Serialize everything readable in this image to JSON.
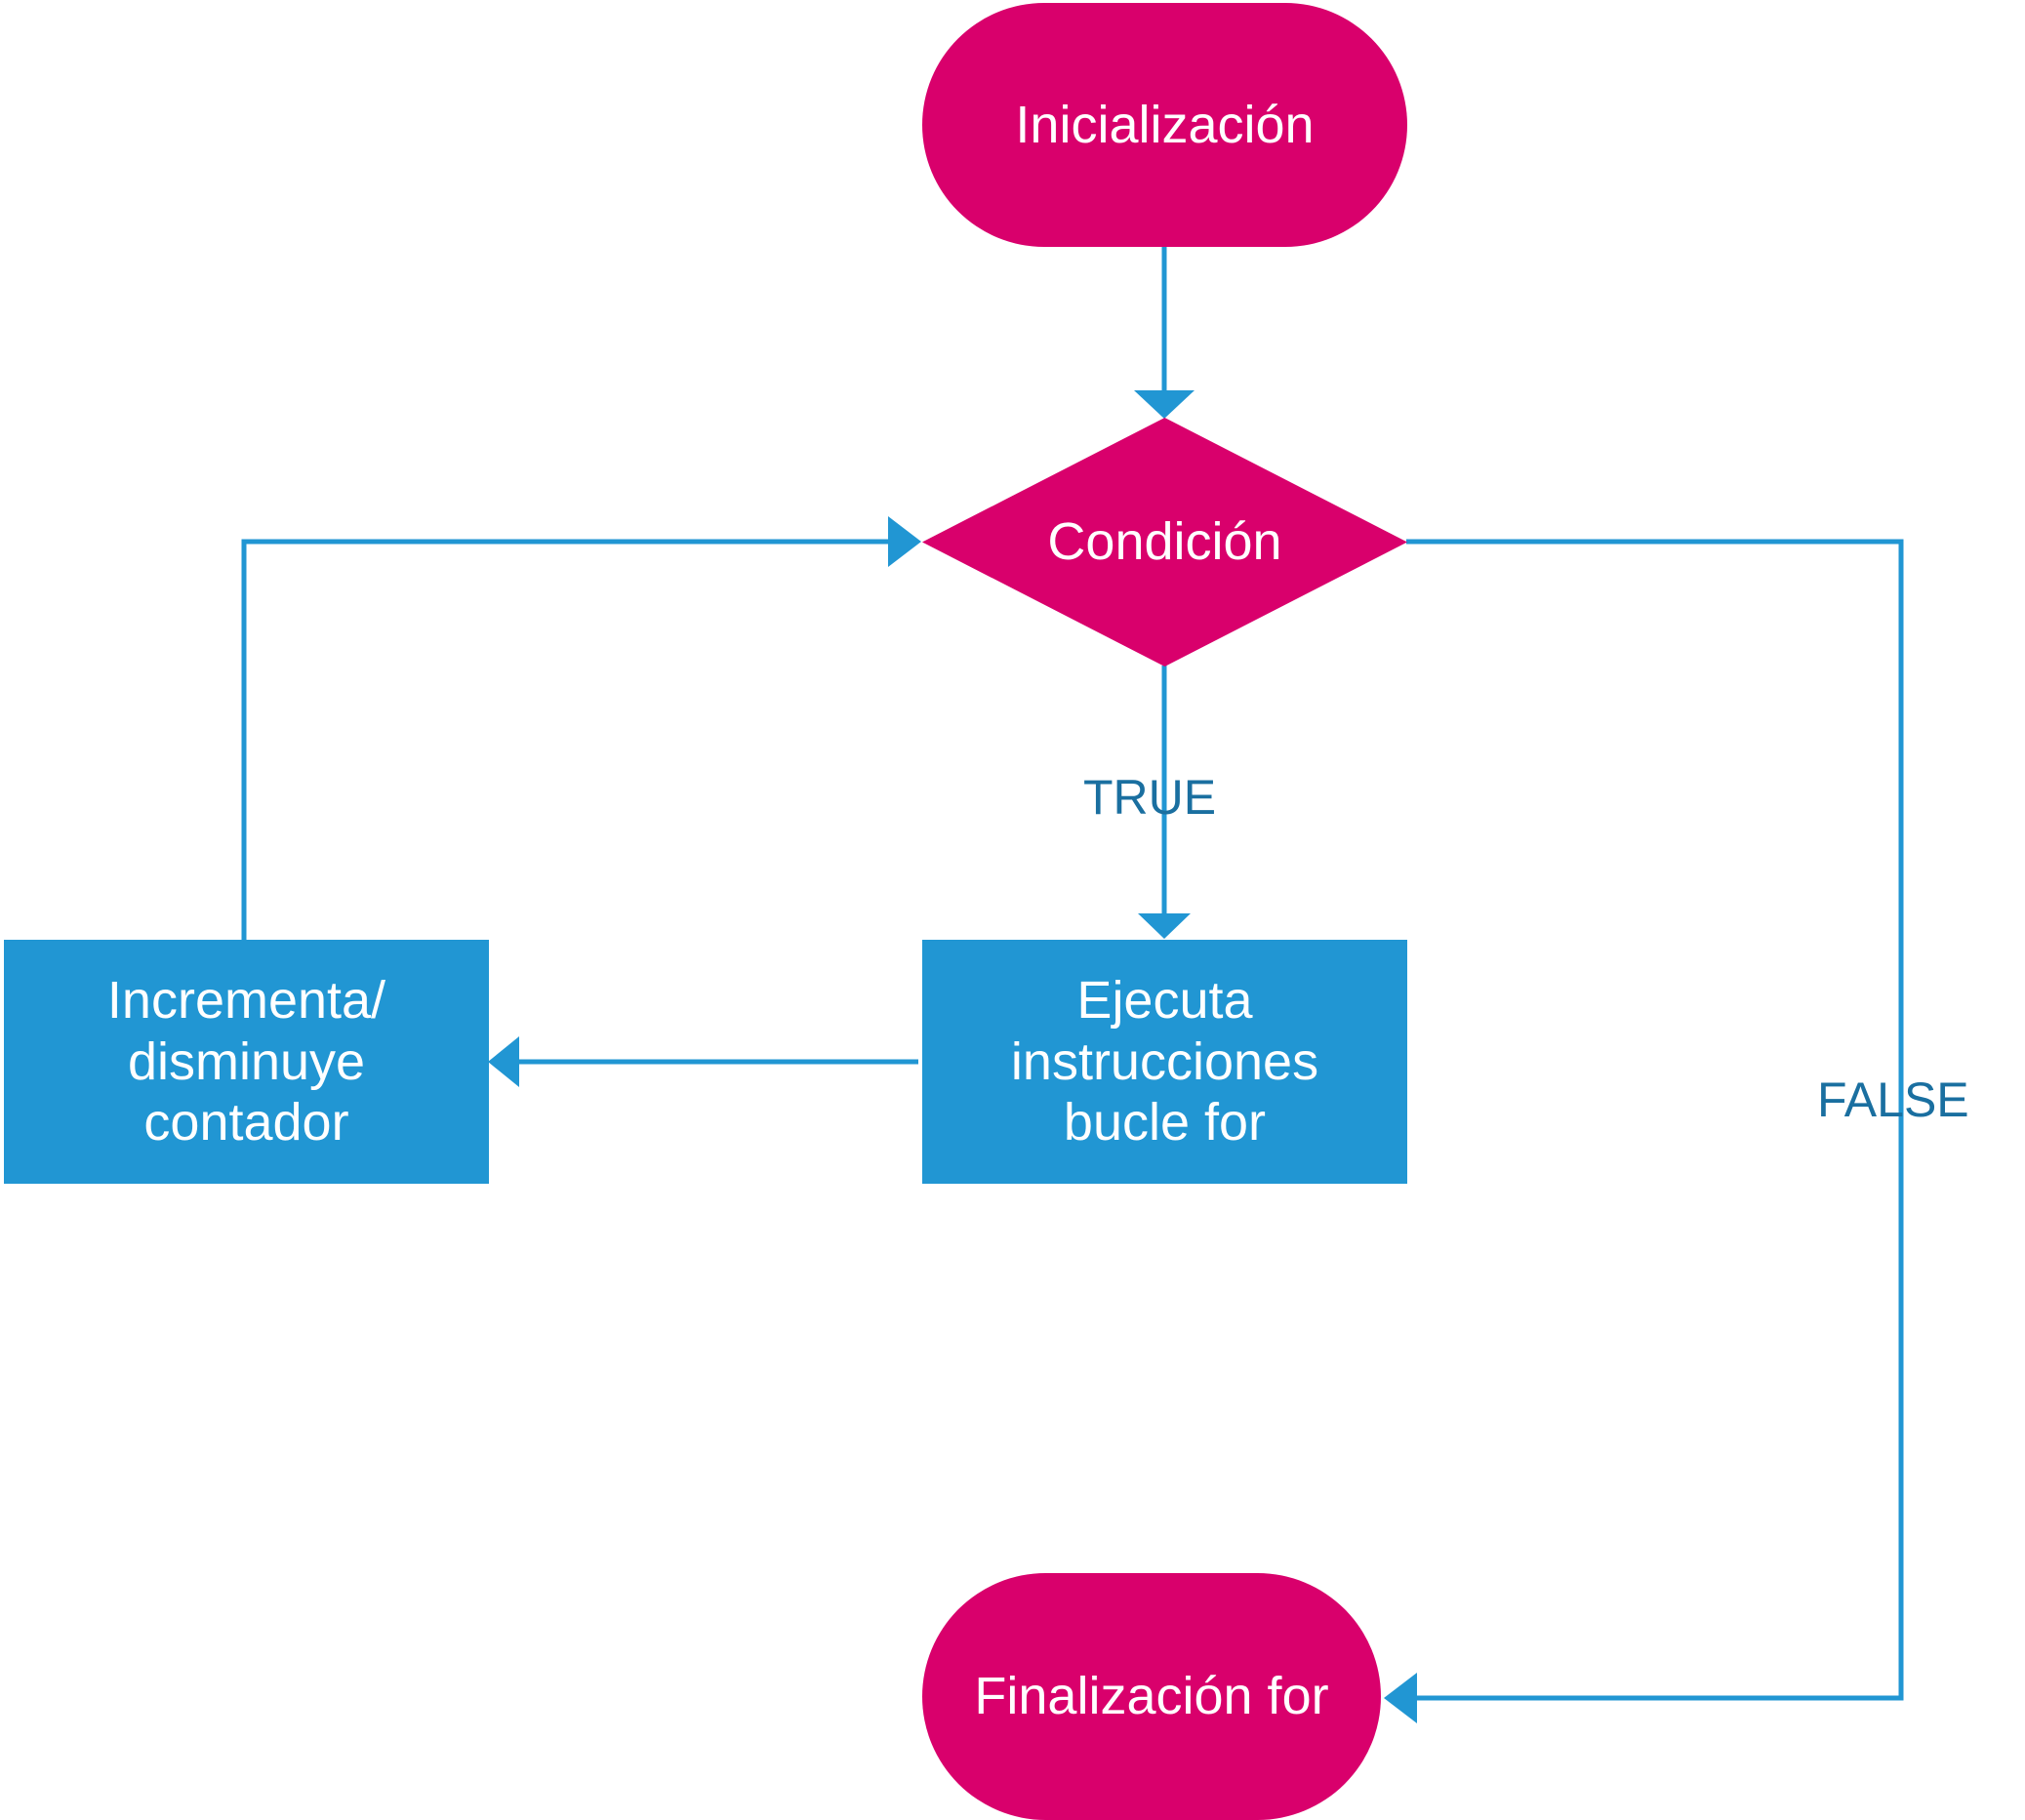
{
  "diagram": {
    "title": "Diagrama de flujo del bucle for",
    "colors": {
      "terminal_fill": "#d9006c",
      "process_fill": "#2196d3",
      "edge_stroke": "#2196d3",
      "label_text": "#1a6fa0",
      "node_text": "#ffffff",
      "background": "#ffffff"
    },
    "nodes": [
      {
        "id": "inicializacion",
        "label": "Inicialización",
        "shape": "rounded-terminal",
        "fill": "#d9006c"
      },
      {
        "id": "condicion",
        "label": "Condición",
        "shape": "diamond",
        "fill": "#d9006c"
      },
      {
        "id": "ejecuta",
        "label": "Ejecuta\ninstrucciones\nbucle for",
        "shape": "rectangle",
        "fill": "#2196d3"
      },
      {
        "id": "incrementa",
        "label": "Incrementa/\ndisminuye\ncontador",
        "shape": "rectangle",
        "fill": "#2196d3"
      },
      {
        "id": "finalizacion",
        "label": "Finalización for",
        "shape": "rounded-terminal",
        "fill": "#d9006c"
      }
    ],
    "edge_labels": {
      "true": "TRUE",
      "false": "FALSE"
    },
    "edges": [
      {
        "from": "inicializacion",
        "to": "condicion",
        "label": ""
      },
      {
        "from": "condicion",
        "to": "ejecuta",
        "label": "TRUE"
      },
      {
        "from": "ejecuta",
        "to": "incrementa",
        "label": ""
      },
      {
        "from": "incrementa",
        "to": "condicion",
        "label": ""
      },
      {
        "from": "condicion",
        "to": "finalizacion",
        "label": "FALSE"
      }
    ]
  }
}
